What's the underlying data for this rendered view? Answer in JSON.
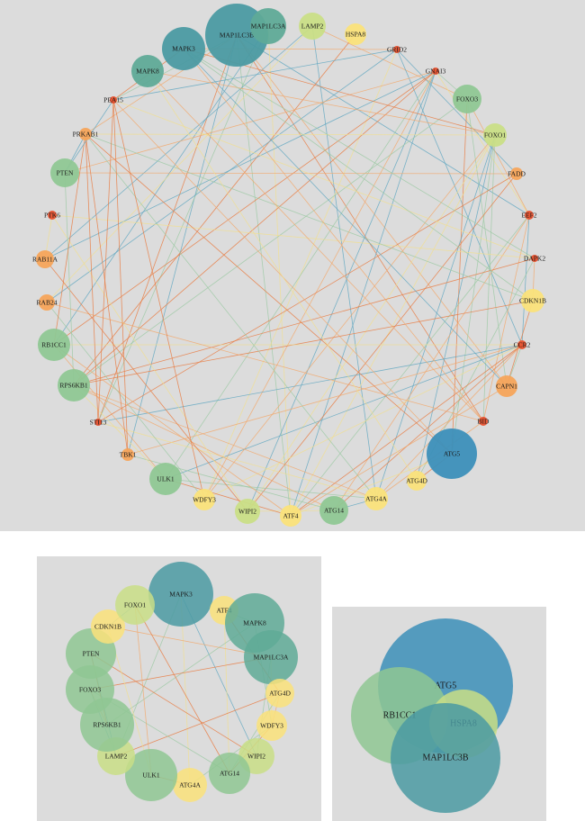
{
  "colors": {
    "background": "#dcdcdc",
    "scale": [
      "#e8502d",
      "#f5a45a",
      "#fae27a",
      "#c9de86",
      "#8fc793",
      "#5faa97",
      "#4b9aa2",
      "#3c8fb9"
    ],
    "edges": [
      "#e8793e",
      "#f3a86a",
      "#f1de8e",
      "#9cc9a4",
      "#5fa6c0"
    ]
  },
  "main_network": {
    "nodes": [
      "MAP1LC3B",
      "MAP1LC3A",
      "LAMP2",
      "HSPA8",
      "GRID2",
      "GNAI3",
      "FOXO3",
      "FOXO1",
      "FADD",
      "EEF2",
      "DAPK2",
      "CDKN1B",
      "CCR2",
      "CAPN1",
      "BID",
      "ATG5",
      "ATG4D",
      "ATG4A",
      "ATG14",
      "ATF4",
      "WIPI2",
      "WDFY3",
      "ULK1",
      "TBK1",
      "STI13",
      "RPS6KB1",
      "RB1CC1",
      "RAB24",
      "RAB11A",
      "PTK6",
      "PTEN",
      "PRKAB1",
      "PEA15",
      "MAPK8",
      "MAPK3"
    ]
  },
  "sub_network": {
    "nodes": [
      "MAPK3",
      "ATF4",
      "MAPK8",
      "MAP1LC3A",
      "ATG4D",
      "WDFY3",
      "WIPI2",
      "ATG14",
      "ATG4A",
      "ULK1",
      "LAMP2",
      "RPS6KB1",
      "FOXO3",
      "PTEN",
      "CDKN1B",
      "FOXO1"
    ]
  },
  "core_network": {
    "nodes": [
      "ATG5",
      "RB1CC1",
      "HSPA8",
      "MAP1LC3B"
    ]
  }
}
